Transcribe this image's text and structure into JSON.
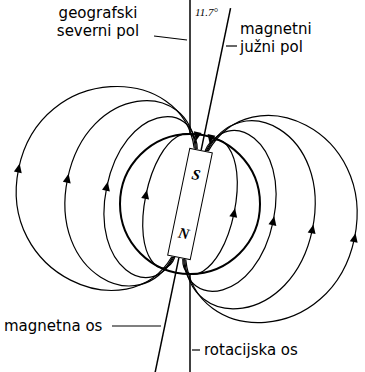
{
  "diagram": {
    "nodes": [
      {
        "text": [
          "S",
          "N"
        ]
      }
    ],
    "labels": [
      "geografski severni pol",
      "11.7°",
      "magnetni južni pol",
      "magnetna os",
      "rotacijska os"
    ]
  }
}
